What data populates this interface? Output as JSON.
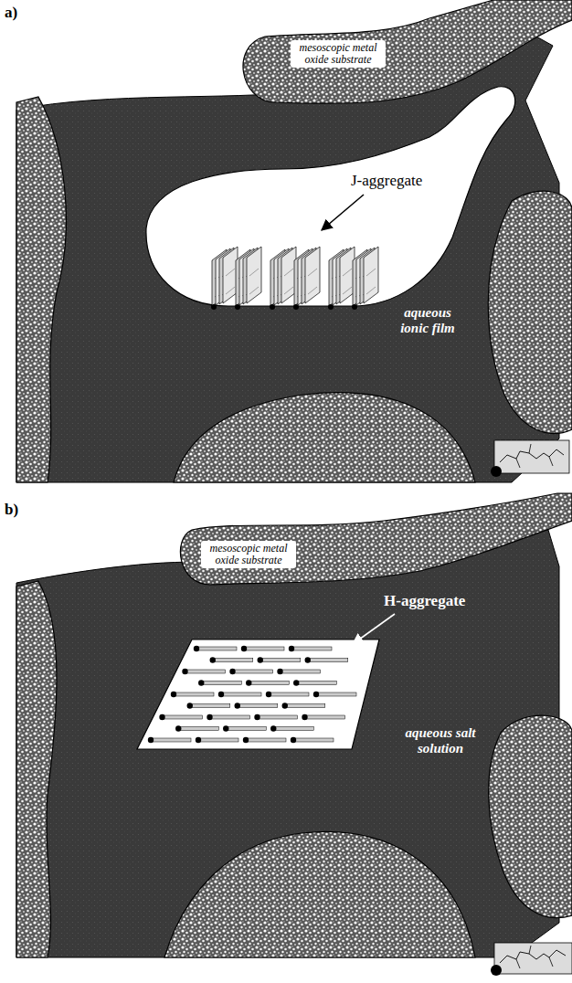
{
  "diagram": {
    "nodes": [
      {
        "text": [
          "mesoscopic metal oxide substrate"
        ]
      },
      {
        "text": [
          "aqueous ionic film"
        ]
      },
      {
        "text": [
          "mesoscopic metal oxide substrate"
        ]
      },
      {
        "text": [
          "aqueous salt solution"
        ]
      }
    ],
    "labels": [
      "a)",
      "J-aggregate",
      "b)",
      "H-aggregate"
    ]
  }
}
